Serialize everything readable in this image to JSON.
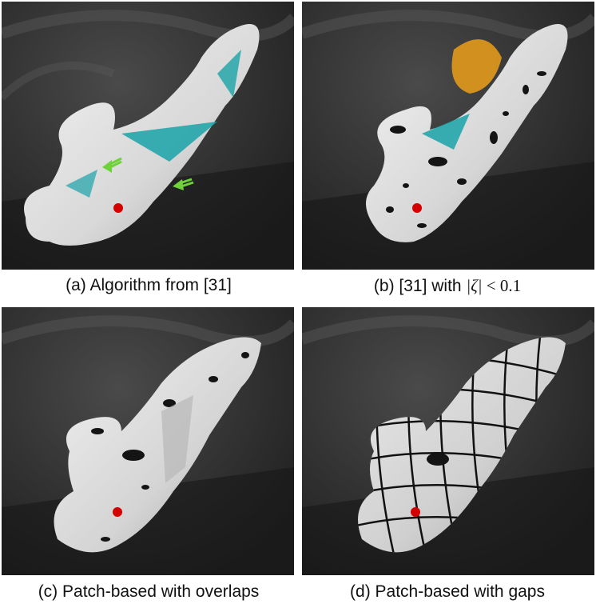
{
  "figure": {
    "panels": [
      {
        "id": "a",
        "caption": "(a) Algorithm from [31]",
        "variant": "overlap-arrows"
      },
      {
        "id": "b",
        "caption_prefix": "(b) [31] with ",
        "caption_math": "|ζ|",
        "caption_op": " < ",
        "caption_num": "0.1",
        "variant": "holes-orange"
      },
      {
        "id": "c",
        "caption": "(c) Patch-based with overlaps",
        "variant": "patch-overlaps"
      },
      {
        "id": "d",
        "caption": "(d) Patch-based with gaps",
        "variant": "patch-gaps"
      }
    ]
  },
  "colors": {
    "background_dark": "#2a2a2a",
    "surface": "#e8e8e8",
    "teal": "#1aa3a8",
    "orange": "#e29a1c",
    "arrow_green": "#6fd23a",
    "marker_red": "#d40000"
  }
}
